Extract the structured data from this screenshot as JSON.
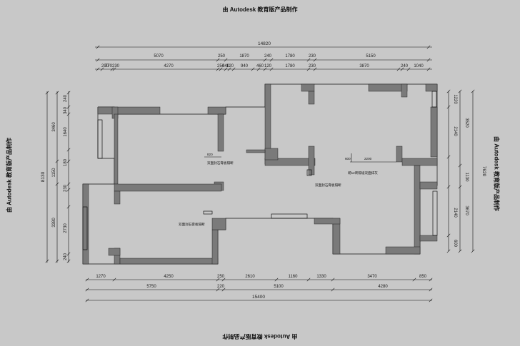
{
  "watermarks": {
    "top": "由 Autodesk 教育版产品制作",
    "bottom": "由 Autodesk 教育版产品制作",
    "left": "由 Autodesk 教育版产品制作",
    "right": "由 Autodesk 教育版产品制作"
  },
  "dimensions": {
    "top_total": "14820",
    "top_row1": [
      "5070",
      "250",
      "1870",
      "240",
      "1780",
      "230",
      "5150"
    ],
    "top_row2": [
      "290",
      "770",
      "230",
      "4270",
      "250",
      "440",
      "120",
      "940",
      "460",
      "120",
      "1780",
      "230",
      "3870",
      "240",
      "1040"
    ],
    "bottom_row1": [
      "1270",
      "4250",
      "250",
      "2610",
      "1160",
      "1330",
      "3470",
      "850"
    ],
    "bottom_row2": [
      "5750",
      "220",
      "5100",
      "4280"
    ],
    "bottom_total": "15400",
    "left_total": "8130",
    "left_mid": [
      "3460",
      "1150",
      "3380"
    ],
    "left_inner": [
      "240",
      "340",
      "1640",
      "180",
      "230",
      "2730",
      "240"
    ],
    "right_total": "7620",
    "right_mid": [
      "3520",
      "1130",
      "3670"
    ],
    "right_inner": [
      "1220",
      "2140",
      "2140",
      "600"
    ]
  },
  "annotations": {
    "room_notes": [
      "双面封石膏板隔断",
      "双面封石膏板隔断",
      "双面封石膏板隔断",
      "砌12砖隔墙双面抹灰"
    ],
    "small_dims": [
      "820",
      "2200",
      "600"
    ]
  }
}
